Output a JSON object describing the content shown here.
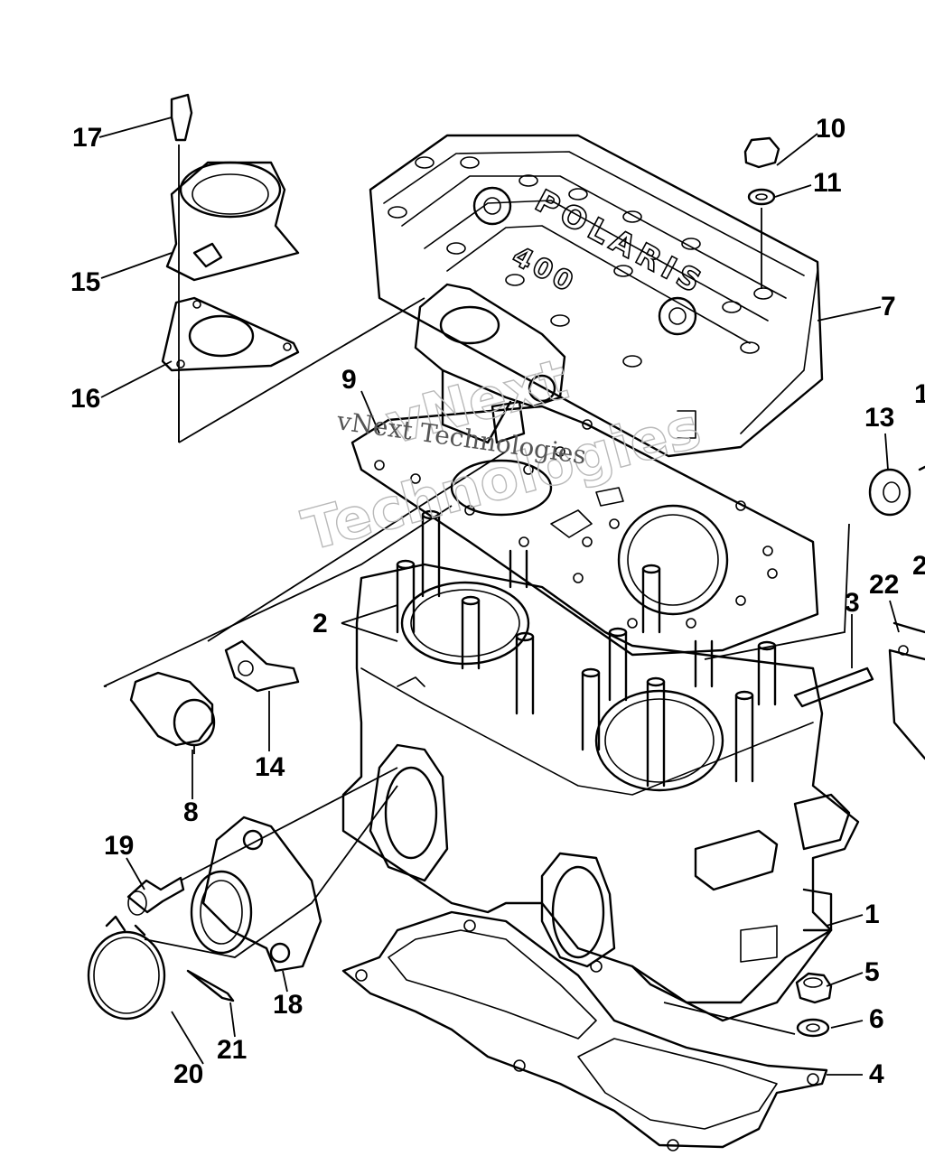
{
  "watermark": {
    "outline_line1": "vNext",
    "outline_line2": "Technologies",
    "inline_text": "vNext Technologies"
  },
  "part_numbers": {
    "p1": "1",
    "p2": "2",
    "p3": "3",
    "p4": "4",
    "p5": "5",
    "p6": "6",
    "p7": "7",
    "p8": "8",
    "p9": "9",
    "p10": "10",
    "p11": "11",
    "p13": "13",
    "p14": "14",
    "p15": "15",
    "p16": "16",
    "p17": "17",
    "p18": "18",
    "p19": "19",
    "p20": "20",
    "p21": "21",
    "p22": "22",
    "edge_right_top": "1",
    "edge_right_mid": "2"
  },
  "cover_text": {
    "brand": "POLARIS",
    "model": "400"
  }
}
